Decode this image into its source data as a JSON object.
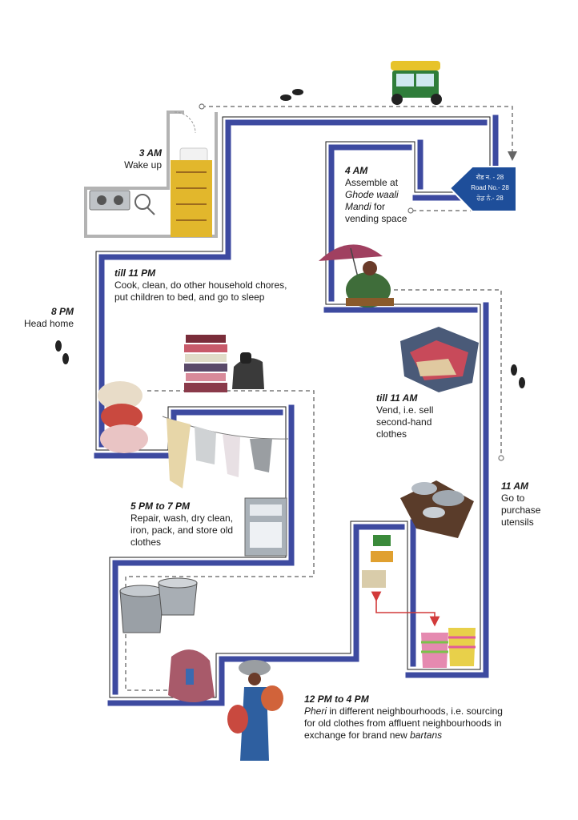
{
  "labels": {
    "wake": {
      "time": "3 AM",
      "text": "Wake up"
    },
    "assemble": {
      "time": "4 AM",
      "line1": "Assemble at",
      "line2": "Ghode waali",
      "line3a": "Mandi",
      "line3b": " for",
      "line4": "vending space"
    },
    "home_chores": {
      "time": "till 11 PM",
      "line1": "Cook, clean, do other household chores,",
      "line2": "put children to bed, and go to sleep"
    },
    "head_home": {
      "time": "8 PM",
      "text": "Head home"
    },
    "vend": {
      "time": "till 11 AM",
      "line1": "Vend, i.e. sell",
      "line2": "second-hand",
      "line3": "clothes"
    },
    "purchase": {
      "time": "11 AM",
      "line1": "Go to",
      "line2": "purchase",
      "line3": "utensils"
    },
    "repair": {
      "time": "5 PM to 7 PM",
      "line1": "Repair, wash, dry clean,",
      "line2": "iron, pack, and store old",
      "line3": "clothes"
    },
    "pheri": {
      "time": "12 PM to 4 PM",
      "line1a": "Pheri",
      "line1b": " in different neighbourhoods, i.e. sourcing",
      "line2": "for old clothes from affluent neighbourhoods in",
      "line3a": "exchange for brand new ",
      "line3b": "bartans"
    }
  },
  "road_sign": {
    "line1": "रोड न. - 28",
    "line2": "Road No.- 28",
    "line3": "ਰੋਡ ਨੰ.- 28"
  },
  "icons": [
    "auto-rickshaw-icon",
    "footprints-icon",
    "bed-icon",
    "stove-icon",
    "road-sign-icon",
    "umbrella-vendor-icon",
    "clothes-pile-icon",
    "folded-clothes-icon",
    "iron-icon",
    "cloth-bundles-icon",
    "clothesline-icon",
    "washing-machine-icon",
    "tubs-icon",
    "sack-icon",
    "walking-woman-icon",
    "utensils-icon",
    "baskets-icon"
  ],
  "colors": {
    "path_blue": "#3d4aa0",
    "dashed": "#7a7a7a",
    "arrow_red": "#d23a3a"
  }
}
